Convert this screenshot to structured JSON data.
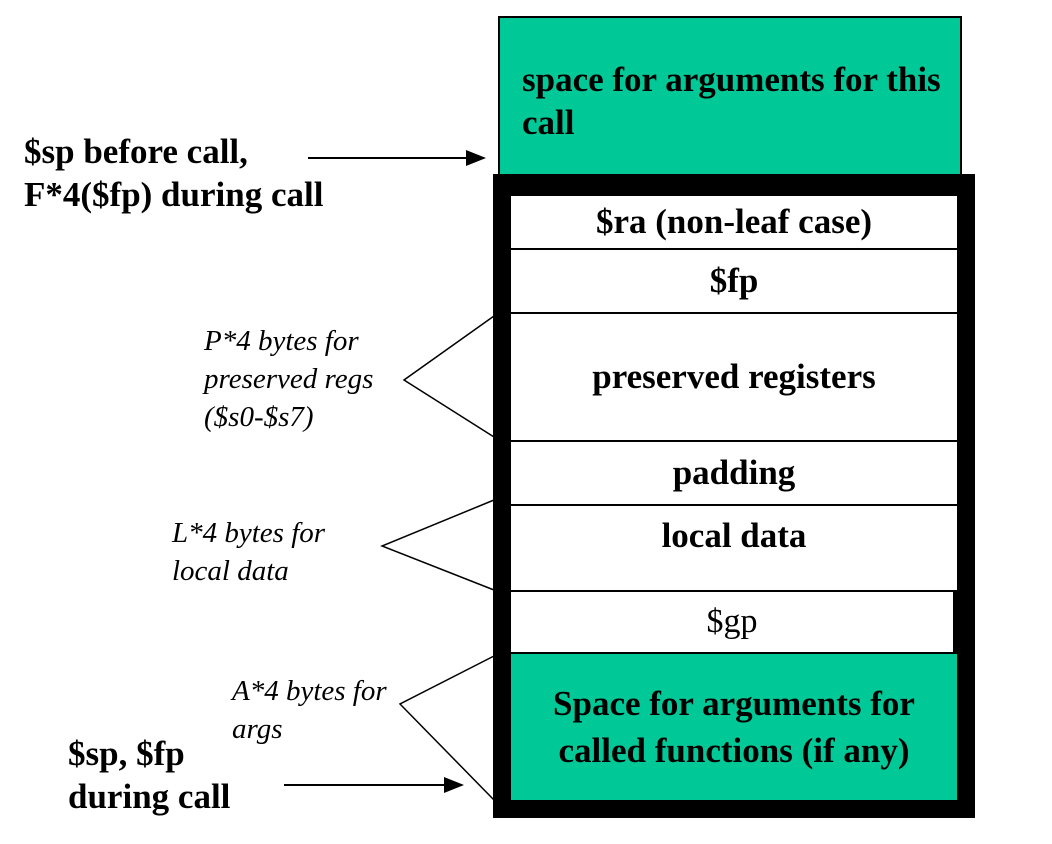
{
  "diagram": {
    "top_block_text": "space for arguments for this call",
    "sp_before_call_line1": "$sp before call,",
    "sp_before_call_line2": "F*4($fp) during call",
    "frame_rows": {
      "ra": "$ra (non-leaf case)",
      "fp": "$fp",
      "preserved": "preserved registers",
      "padding": "padding",
      "local": "local data",
      "gp": "$gp",
      "called_line1": "Space for arguments for",
      "called_line2": "called functions (if any)"
    },
    "brace_labels": {
      "preserved_line1": "P*4 bytes for",
      "preserved_line2": "preserved regs",
      "preserved_line3": "($s0-$s7)",
      "local_line1": "L*4 bytes for",
      "local_line2": "local data",
      "args_line1": "A*4 bytes for",
      "args_line2": "args"
    },
    "sp_fp_line1": "$sp, $fp",
    "sp_fp_line2": "during call",
    "colors": {
      "arg_space_fill": "#00c896",
      "frame_border": "#000000",
      "background": "#ffffff"
    }
  }
}
